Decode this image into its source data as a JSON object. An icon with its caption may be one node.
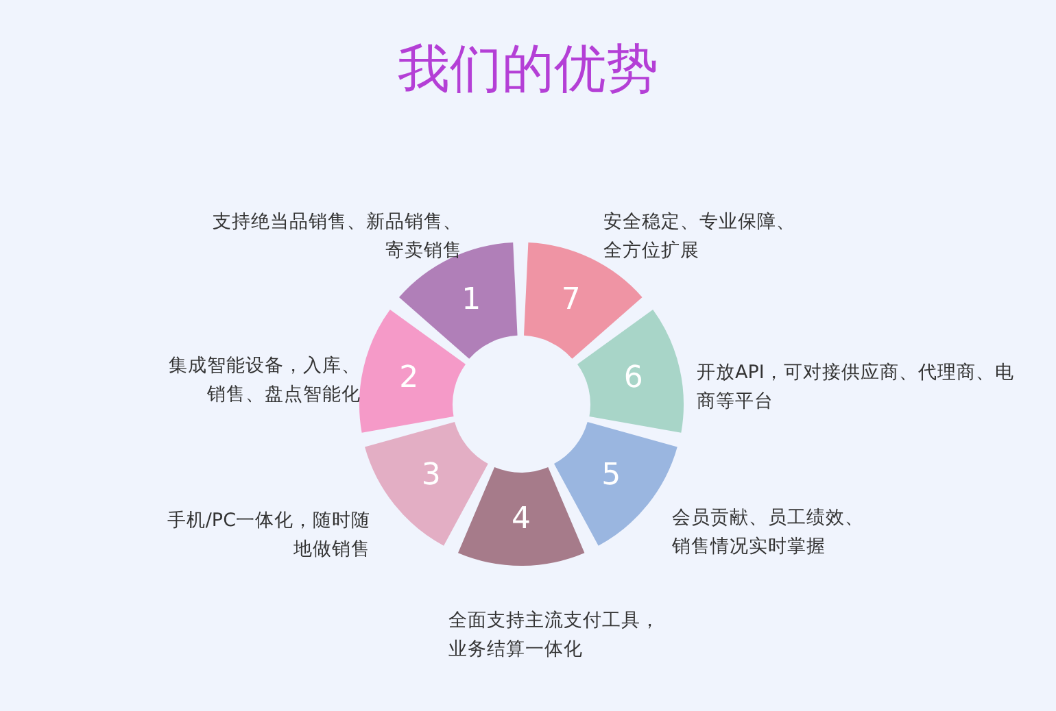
{
  "diagram": {
    "title": "我们的优势",
    "nodes": [
      {
        "text": [
          "1"
        ],
        "beside": [
          "支持绝当品销售、新品销售、寄卖销售"
        ]
      },
      {
        "text": [
          "2"
        ],
        "beside": [
          "集成智能设备，入库、销售、盘点智能化"
        ]
      },
      {
        "text": [
          "3"
        ],
        "beside": [
          "手机/PC一体化，随时随地做销售"
        ]
      },
      {
        "text": [
          "4"
        ],
        "beside": [
          "全面支持主流支付工具，业务结算一体化"
        ]
      },
      {
        "text": [
          "5"
        ],
        "beside": [
          "会员贡献、员工绩效、销售情况实时掌握"
        ]
      },
      {
        "text": [
          "6"
        ],
        "beside": [
          "开放API，可对接供应商、代理商、电商等平台"
        ]
      },
      {
        "text": [
          "7"
        ],
        "beside": [
          "安全稳定、专业保障、全方位扩展"
        ]
      }
    ]
  }
}
